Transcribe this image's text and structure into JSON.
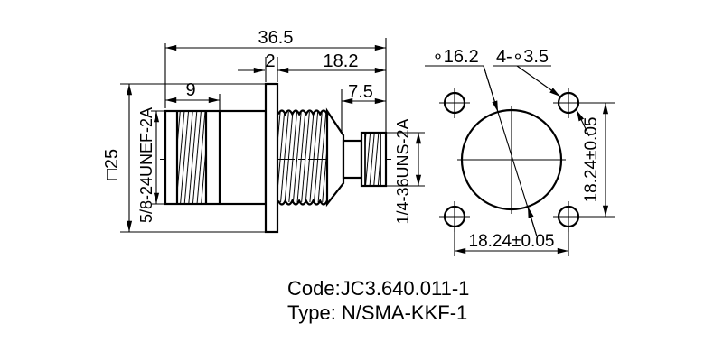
{
  "colors": {
    "ink": "#000000",
    "background": "#ffffff"
  },
  "drawing": {
    "side_view": {
      "dim_overall_length": "36.5",
      "dim_flange_thickness": "2",
      "dim_right_length": "18.2",
      "dim_n_thread_length": "9",
      "dim_sma_length": "7.5",
      "dim_flange_square": "□25",
      "label_n_thread": "5/8-24UNEF-2A",
      "label_sma_thread": "1/4-36UNS-2A"
    },
    "front_view": {
      "label_center_hole": "∘16.2",
      "label_mounting_holes": "4-∘3.5",
      "dim_hole_spacing_vertical": "18.24±0.05",
      "dim_hole_spacing_horizontal": "18.24±0.05"
    },
    "caption": {
      "code": "Code:JC3.640.011-1",
      "type": "Type: N/SMA-KKF-1"
    }
  }
}
